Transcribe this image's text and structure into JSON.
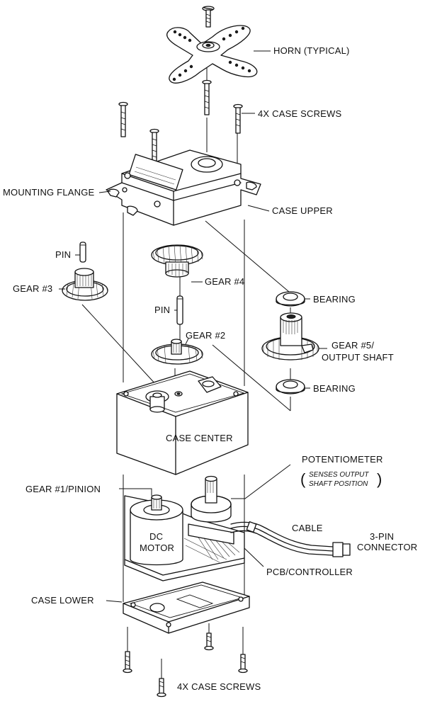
{
  "labels": {
    "horn": "HORN  (TYPICAL)",
    "case_screws_top": "4X CASE SCREWS",
    "mounting_flange": "MOUNTING FLANGE",
    "case_upper": "CASE UPPER",
    "pin_top": "PIN",
    "gear3": "GEAR #3",
    "gear4": "GEAR #4",
    "pin_mid": "PIN",
    "gear2": "GEAR #2",
    "bearing_top": "BEARING",
    "gear5_line1": "GEAR #5/",
    "gear5_line2": "OUTPUT SHAFT",
    "bearing_bottom": "BEARING",
    "case_center": "CASE CENTER",
    "potentiometer": "POTENTIOMETER",
    "pot_note_line1": "SENSES OUTPUT",
    "pot_note_line2": "SHAFT POSITION",
    "gear1": "GEAR #1/PINION",
    "dc_motor_line1": "DC",
    "dc_motor_line2": "MOTOR",
    "cable": "CABLE",
    "connector_line1": "3-PIN",
    "connector_line2": "CONNECTOR",
    "pcb": "PCB/CONTROLLER",
    "case_lower": "CASE LOWER",
    "case_screws_bottom": "4X CASE SCREWS"
  },
  "colors": {
    "ink": "#111111",
    "background": "#ffffff"
  }
}
